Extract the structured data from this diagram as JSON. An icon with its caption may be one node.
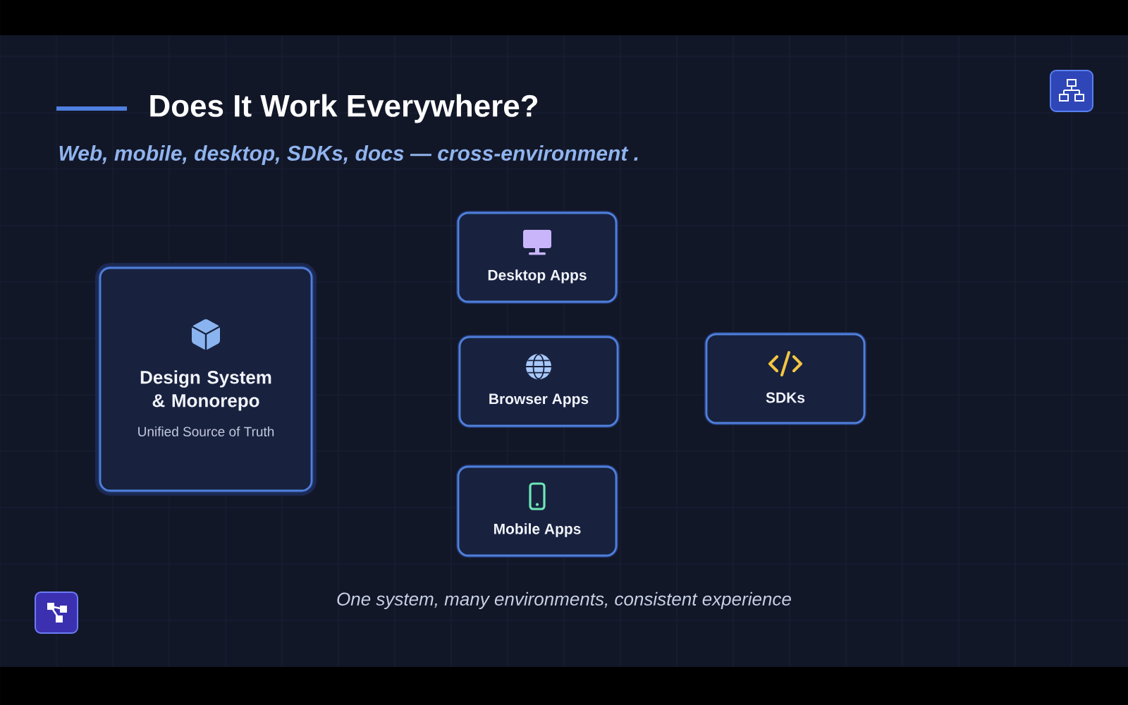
{
  "diagram": {
    "title": "Does It Work Everywhere?",
    "caption": "One system, many environments, consistent experience",
    "nodes": [
      {
        "text": [
          "Design System & Monorepo",
          "Unified Source of Truth"
        ]
      },
      {
        "text": [
          "Desktop Apps"
        ]
      },
      {
        "text": [
          "Browser Apps"
        ]
      },
      {
        "text": [
          "SDKs"
        ]
      },
      {
        "text": [
          "Mobile Apps"
        ]
      }
    ],
    "labels": [
      "Web, mobile, desktop, SDKs, docs — cross-environment ."
    ]
  }
}
